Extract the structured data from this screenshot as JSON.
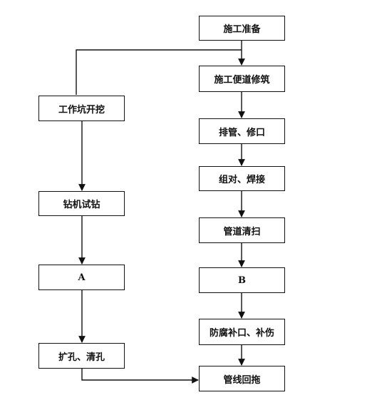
{
  "flowchart": {
    "main_steps": [
      "施工准备",
      "施工便道修筑",
      "排管、修口",
      "组对、焊接",
      "管道清扫",
      "B",
      "防腐补口、补伤",
      "管线回拖"
    ],
    "side_steps": [
      "工作坑开挖",
      "钻机试钻",
      "A",
      "扩孔、清孔"
    ]
  }
}
